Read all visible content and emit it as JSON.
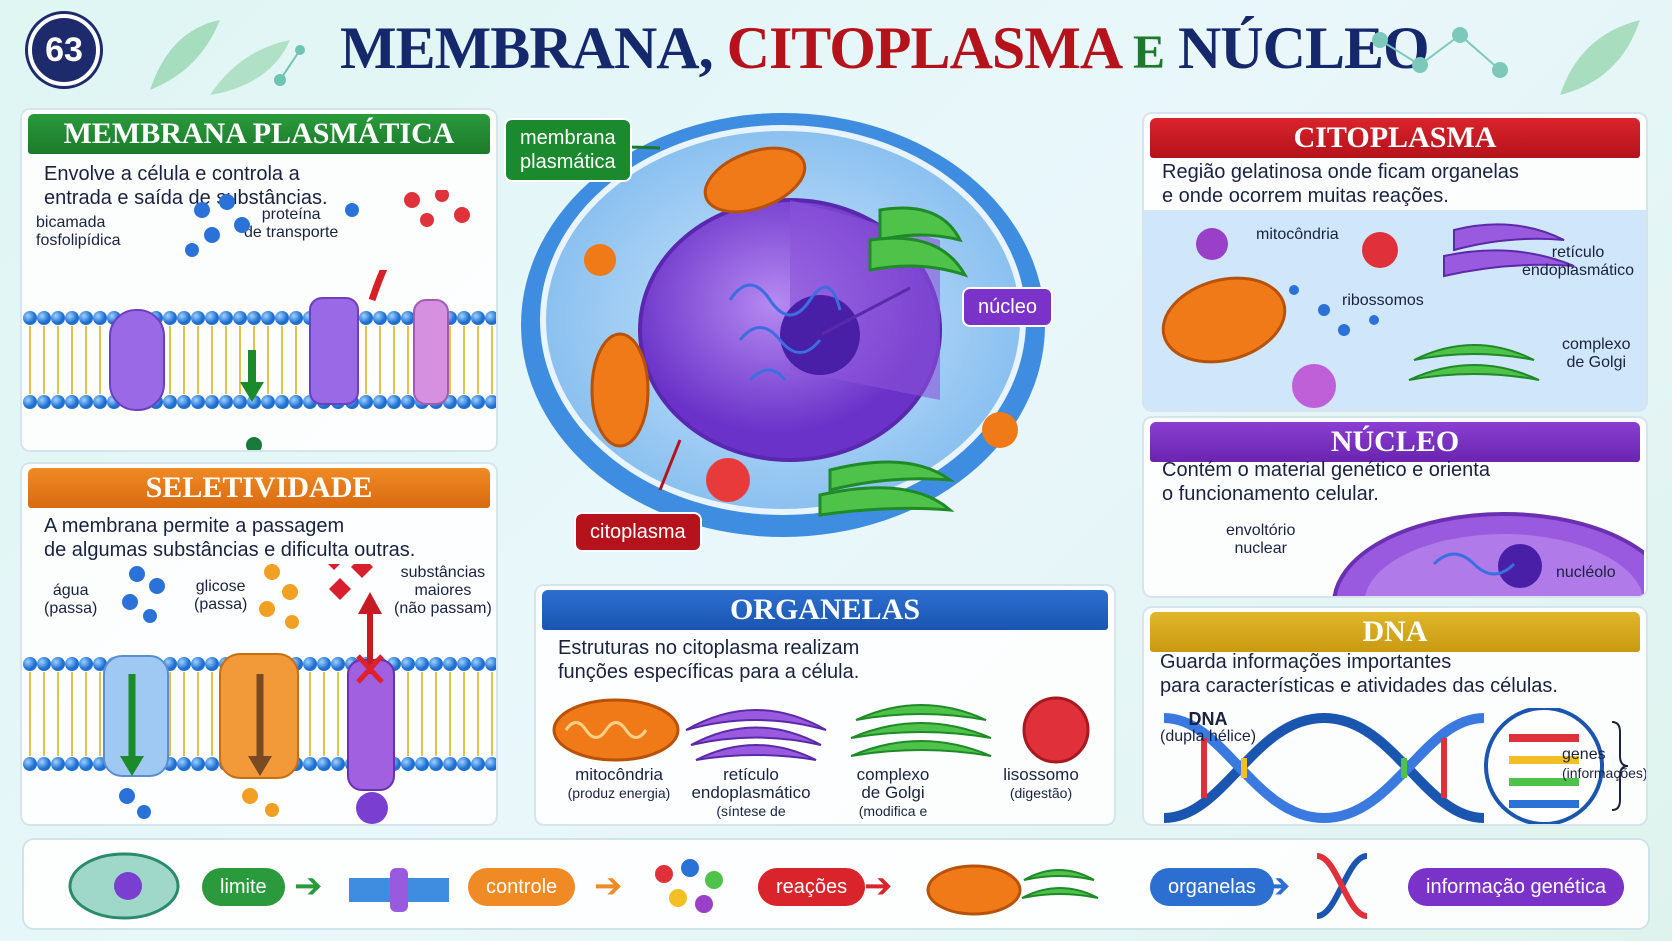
{
  "header": {
    "number": "63",
    "title_part1": "MEMBRANA,",
    "title_part2": "CITOPLASMA",
    "title_part3": "E",
    "title_part4": "NÚCLEO"
  },
  "membrana": {
    "title": "MEMBRANA PLASMÁTICA",
    "desc_line1": "Envolve a célula e controla a",
    "desc_line2": "entrada e saída de substâncias.",
    "label_bilayer_1": "bicamada",
    "label_bilayer_2": "fosfolipídica",
    "label_protein_1": "proteína",
    "label_protein_2": "de transporte"
  },
  "seletividade": {
    "title": "SELETIVIDADE",
    "desc_line1": "A membrana permite a passagem",
    "desc_line2": "de algumas substâncias e dificulta outras.",
    "agua_1": "água",
    "agua_2": "(passa)",
    "glicose_1": "glicose",
    "glicose_2": "(passa)",
    "maiores_1": "substâncias",
    "maiores_2": "maiores",
    "maiores_3": "(não passam)"
  },
  "cell": {
    "membrana_1": "membrana",
    "membrana_2": "plasmática",
    "nucleo": "núcleo",
    "citoplasma": "citoplasma"
  },
  "organelas": {
    "title": "ORGANELAS",
    "desc_line1": "Estruturas no citoplasma realizam",
    "desc_line2": "funções específicas para a célula.",
    "items": [
      {
        "name": "mitocôndria",
        "name2": "",
        "role": "(produz energia)"
      },
      {
        "name": "retículo",
        "name2": "endoplasmático",
        "role": "(síntese de proteínas)"
      },
      {
        "name": "complexo",
        "name2": "de Golgi",
        "role": "(modifica e empacota)"
      },
      {
        "name": "lisossomo",
        "name2": "",
        "role": "(digestão)"
      }
    ]
  },
  "citoplasma": {
    "title": "CITOPLASMA",
    "desc_line1": "Região gelatinosa onde ficam organelas",
    "desc_line2": "e onde ocorrem muitas reações.",
    "mitocondria": "mitocôndria",
    "reticulo_1": "retículo",
    "reticulo_2": "endoplasmático",
    "ribossomos": "ribossomos",
    "golgi_1": "complexo",
    "golgi_2": "de Golgi"
  },
  "nucleo": {
    "title": "NÚCLEO",
    "desc_line1": "Contém o material genético e orienta",
    "desc_line2": "o funcionamento celular.",
    "envoltorio_1": "envoltório",
    "envoltorio_2": "nuclear",
    "nucleolo": "nucléolo"
  },
  "dna": {
    "title": "DNA",
    "desc_line1": "Guarda informações importantes",
    "desc_line2": "para características e atividades das células.",
    "label_dna": "DNA",
    "label_helix": "(dupla hélice)",
    "genes_1": "genes",
    "genes_2": "(informações)"
  },
  "flow": {
    "items": [
      "limite",
      "controle",
      "reações",
      "organelas",
      "informação genética"
    ]
  },
  "colors": {
    "green": "#1b7a2a",
    "orange": "#d96a10",
    "blue": "#1a55b0",
    "red": "#b5121b",
    "purple": "#6a24b0",
    "gold": "#c99a10",
    "navy": "#14286b"
  }
}
